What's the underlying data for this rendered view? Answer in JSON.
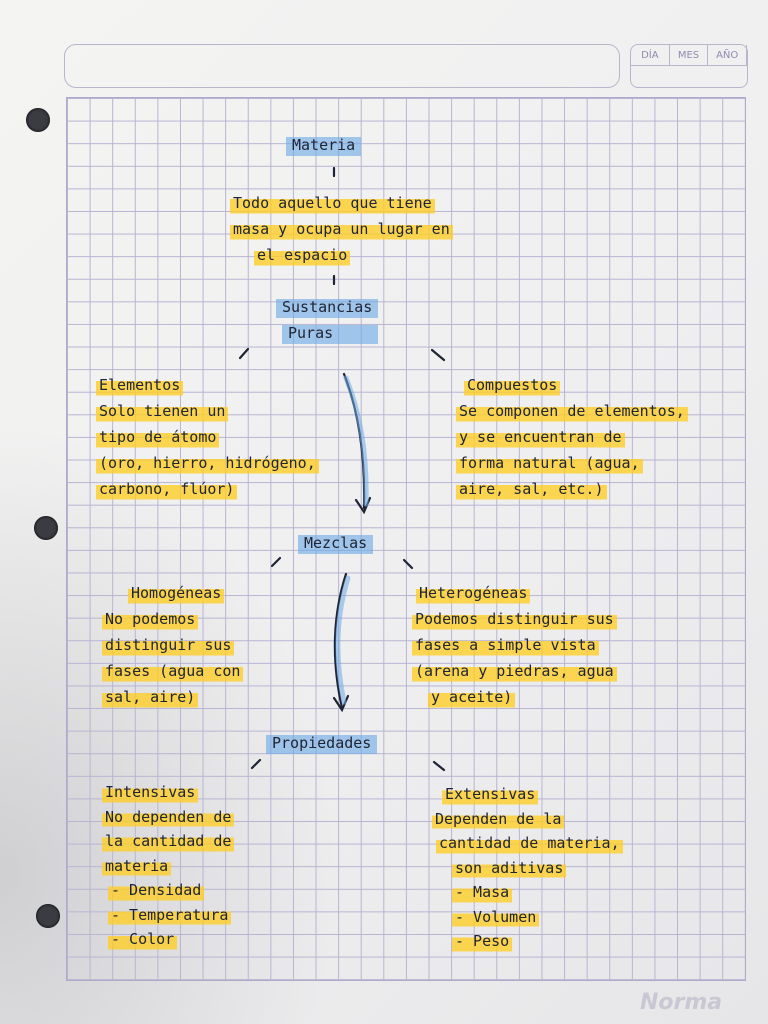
{
  "header": {
    "date_labels": [
      "DÍA",
      "MES",
      "AÑO"
    ]
  },
  "diagram": {
    "materia": {
      "title": "Materia",
      "definition": [
        "Todo aquello que tiene",
        "masa y ocupa un lugar en",
        "el espacio"
      ]
    },
    "sustancias_puras": {
      "title": [
        "Sustancias",
        "Puras"
      ],
      "elementos": [
        "Elementos",
        "Solo tienen un",
        "tipo de átomo",
        "(oro, hierro, hidrógeno,",
        "carbono, flúor)"
      ],
      "compuestos": [
        "Compuestos",
        "Se componen de elementos,",
        "y se encuentran de",
        "forma natural (agua,",
        "aire, sal, etc.)"
      ]
    },
    "mezclas": {
      "title": "Mezclas",
      "homogeneas": [
        "Homogéneas",
        "No podemos",
        "distinguir sus",
        "fases (agua con",
        "sal, aire)"
      ],
      "heterogeneas": [
        "Heterogéneas",
        "Podemos distinguir sus",
        "fases a simple vista",
        "(arena y piedras, agua",
        "y aceite)"
      ]
    },
    "propiedades": {
      "title": "Propiedades",
      "intensivas": [
        "Intensivas",
        "No dependen de",
        "la cantidad de",
        "materia",
        "- Densidad",
        "- Temperatura",
        "- Color"
      ],
      "extensivas": [
        "Extensivas",
        "Dependen de la",
        "cantidad de materia,",
        "son aditivas",
        "- Masa",
        "- Volumen",
        "- Peso"
      ]
    }
  },
  "footer": {
    "brand": "Norma"
  },
  "colors": {
    "highlight_yellow": "#ffcd23",
    "highlight_blue": "#6eaae6",
    "ink": "#1e2433",
    "grid": "#b7b4d2"
  }
}
